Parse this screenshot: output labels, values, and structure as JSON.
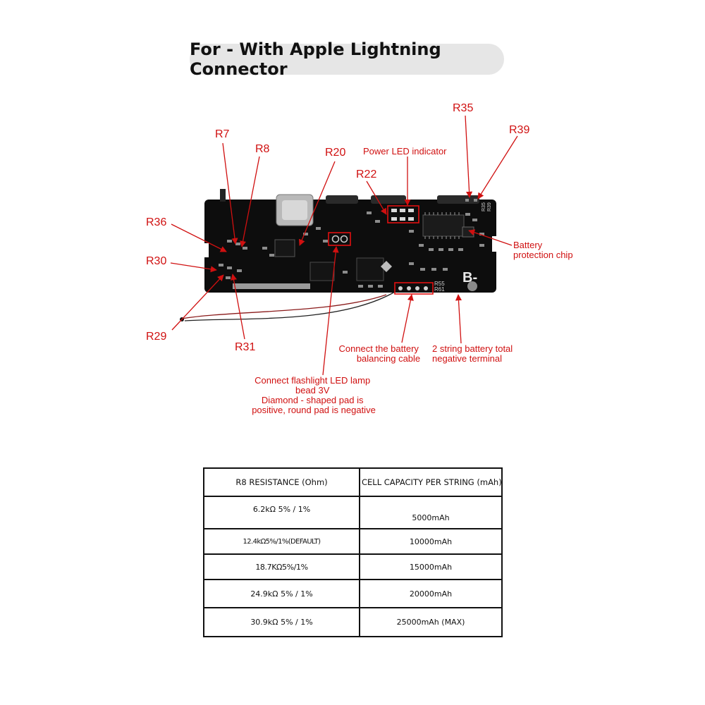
{
  "title": "For - With Apple Lightning Connector",
  "board": {
    "silkscreen": {
      "b_minus": "B-",
      "r55": "R55",
      "r61": "R61",
      "r35": "R35",
      "r39": "R39"
    }
  },
  "callouts": {
    "r7": "R7",
    "r8": "R8",
    "r20": "R20",
    "r22": "R22",
    "r35": "R35",
    "r39": "R39",
    "r36": "R36",
    "r30": "R30",
    "r29": "R29",
    "r31": "R31",
    "power_led": "Power LED indicator",
    "battery_chip": [
      "Battery",
      "protection chip"
    ],
    "balancing_cable": [
      "Connect the battery",
      "balancing cable"
    ],
    "neg_terminal": [
      "2 string battery total",
      "negative terminal"
    ],
    "flashlight": [
      "Connect flashlight LED lamp",
      "bead 3V",
      "Diamond - shaped pad is",
      "positive, round pad is negative"
    ]
  },
  "colors": {
    "callout": "#d01010",
    "board": "#0d0d0d",
    "pill": "#e6e6e6"
  },
  "table": {
    "headers": [
      "R8 RESISTANCE (Ohm)",
      "CELL CAPACITY PER STRING (mAh)"
    ],
    "rows": [
      [
        "6.2kΩ 5% / 1%",
        "5000mAh"
      ],
      [
        "12.4kΩ5%/1%(DEFAULT)",
        "10000mAh"
      ],
      [
        "18.7KΩ5%/1%",
        "15000mAh"
      ],
      [
        "24.9kΩ 5% / 1%",
        "20000mAh"
      ],
      [
        "30.9kΩ 5% / 1%",
        "25000mAh (MAX)"
      ]
    ]
  }
}
